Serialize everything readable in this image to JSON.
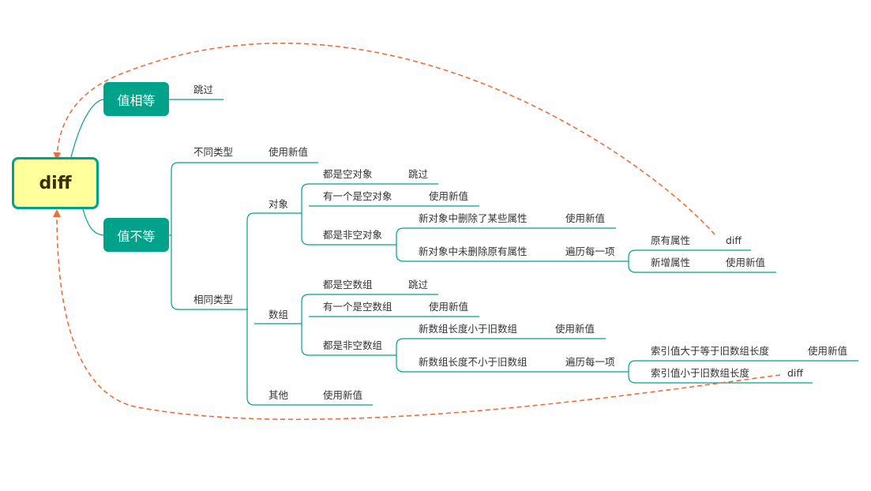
{
  "root": {
    "label": "diff"
  },
  "equal": {
    "label": "值相等",
    "result": "跳过"
  },
  "unequal": {
    "label": "值不等",
    "diff_type": {
      "label": "不同类型",
      "result": "使用新值"
    },
    "same_type": {
      "label": "相同类型",
      "object": {
        "label": "对象",
        "both_empty": {
          "label": "都是空对象",
          "result": "跳过"
        },
        "one_empty": {
          "label": "有一个是空对象",
          "result": "使用新值"
        },
        "both_non_empty": {
          "label": "都是非空对象",
          "deleted_attrs": {
            "label": "新对象中删除了某些属性",
            "result": "使用新值"
          },
          "not_deleted": {
            "label": "新对象中未删除原有属性",
            "action": "遍历每一项",
            "original_attr": {
              "label": "原有属性",
              "result": "diff"
            },
            "new_attr": {
              "label": "新增属性",
              "result": "使用新值"
            }
          }
        }
      },
      "array": {
        "label": "数组",
        "both_empty": {
          "label": "都是空数组",
          "result": "跳过"
        },
        "one_empty": {
          "label": "有一个是空数组",
          "result": "使用新值"
        },
        "both_non_empty": {
          "label": "都是非空数组",
          "shorter": {
            "label": "新数组长度小于旧数组",
            "result": "使用新值"
          },
          "not_shorter": {
            "label": "新数组长度不小于旧数组",
            "action": "遍历每一项",
            "index_ge": {
              "label": "索引值大于等于旧数组长度",
              "result": "使用新值"
            },
            "index_lt": {
              "label": "索引值小于旧数组长度",
              "result": "diff"
            }
          }
        }
      },
      "other": {
        "label": "其他",
        "result": "使用新值"
      }
    }
  },
  "colors": {
    "branch": "#00a28a",
    "recursion_arrow": "#f26b3a",
    "root_fill": "#ffff9c",
    "text": "#333333"
  }
}
